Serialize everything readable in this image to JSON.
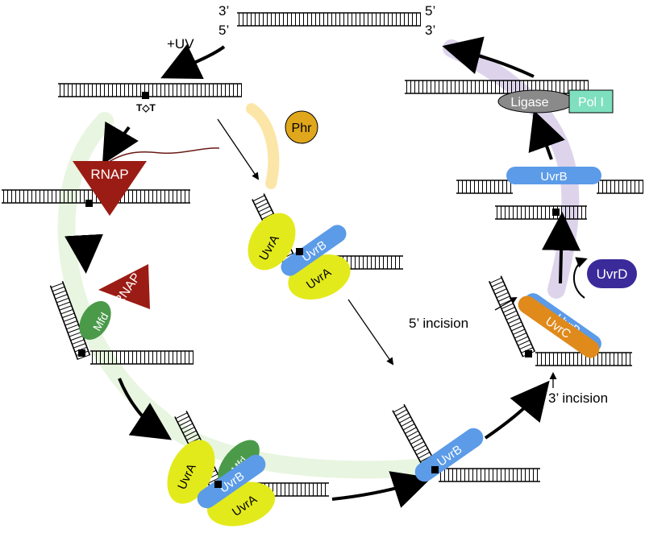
{
  "labels": {
    "strand_top_left": "3’",
    "strand_top_right": "5’",
    "strand_bottom_left": "5’",
    "strand_bottom_right": "3’",
    "uv": "+UV",
    "dimer": "T◇T",
    "phr": "Phr",
    "rnap": "RNAP",
    "mfd": "Mfd",
    "uvra": "UvrA",
    "uvrb": "UvrB",
    "uvrc": "UvrC",
    "uvrd": "UvrD",
    "ligase": "Ligase",
    "pol1": "Pol I",
    "incision5": "5’ incision",
    "incision3": "3’ incision"
  },
  "colors": {
    "dna": "#000000",
    "rnap": "#9b1c14",
    "mfd": "#4a9a4a",
    "uvra": "#e3ea1c",
    "uvrb": "#5b9be8",
    "uvrc": "#e08a1c",
    "uvrd": "#3b2a9a",
    "phr": "#e0a71c",
    "ligase": "#8a8a8a",
    "pol1": "#7fe0c0",
    "tcr_path": "#e8f5e0",
    "repair_path": "#ddd4ec",
    "phr_path": "#fbe6a8"
  }
}
